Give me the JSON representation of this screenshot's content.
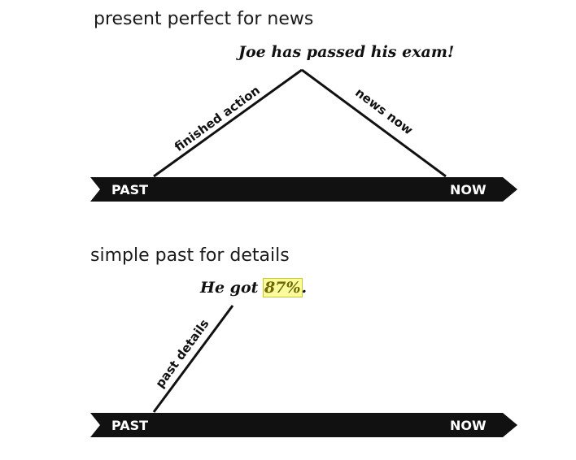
{
  "section1": {
    "heading": "present perfect for news",
    "quote": "Joe has passed his exam!",
    "left_line_label": "finished action",
    "right_line_label": "news now",
    "past_label": "PAST",
    "now_label": "NOW"
  },
  "section2": {
    "heading": "simple past for details",
    "quote_prefix": "He got ",
    "quote_highlight": "87%",
    "quote_suffix": ".",
    "line_label": "past details",
    "past_label": "PAST",
    "now_label": "NOW"
  },
  "colors": {
    "timeline": "#111111",
    "highlight": "#fafa9e",
    "highlight_text": "#6f6a00"
  }
}
